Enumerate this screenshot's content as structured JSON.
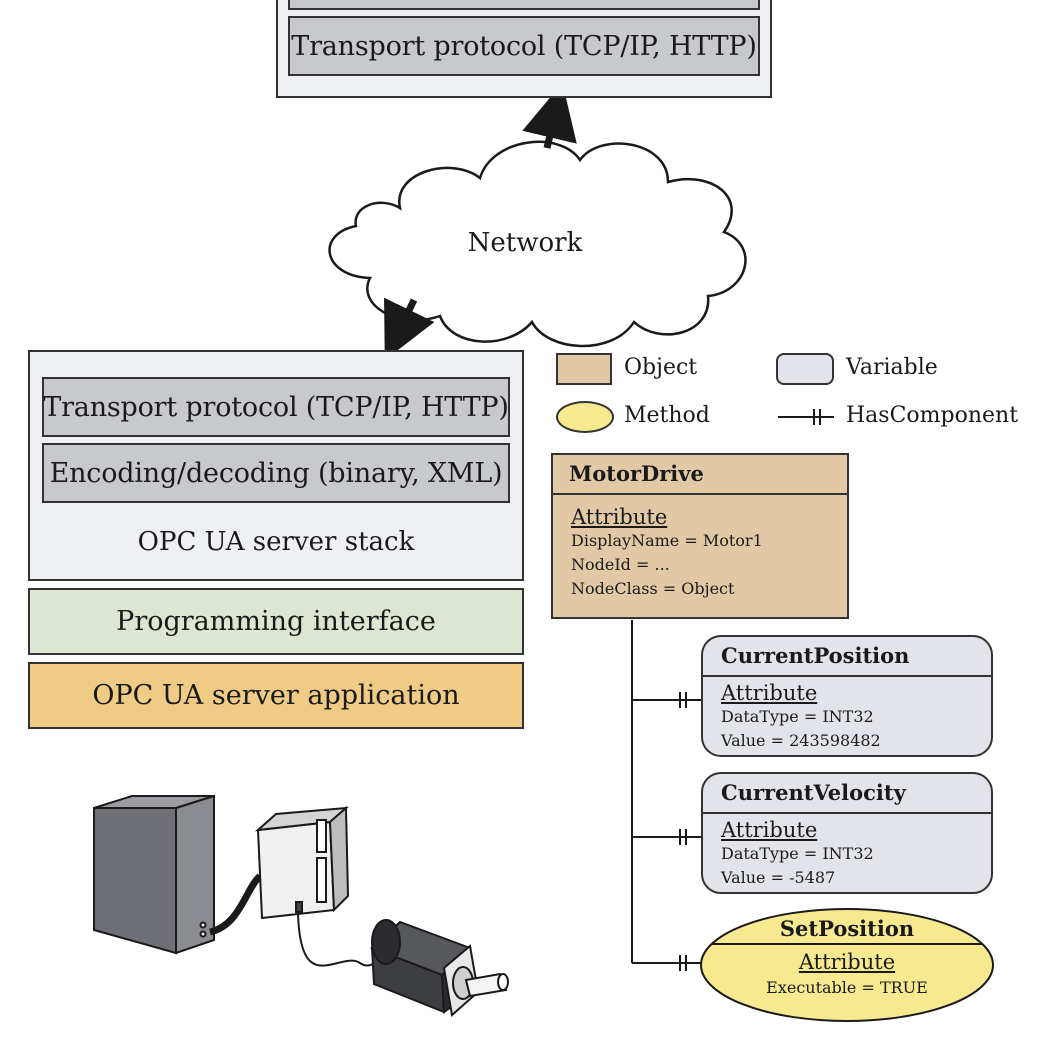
{
  "client": {
    "transport_label": "Transport protocol (TCP/IP, HTTP)"
  },
  "network": {
    "label": "Network"
  },
  "server": {
    "transport_label": "Transport protocol (TCP/IP, HTTP)",
    "encoding_label": "Encoding/decoding (binary, XML)",
    "stack_label": "OPC UA server stack",
    "programming_interface_label": "Programming interface",
    "application_label": "OPC UA server application"
  },
  "legend": {
    "object_label": "Object",
    "variable_label": "Variable",
    "method_label": "Method",
    "hascomponent_label": "HasComponent"
  },
  "motor_drive": {
    "title": "MotorDrive",
    "attribute_header": "Attribute",
    "attributes": [
      "DisplayName = Motor1",
      "NodeId = ...",
      "NodeClass = Object"
    ]
  },
  "current_position": {
    "title": "CurrentPosition",
    "attribute_header": "Attribute",
    "attributes": [
      "DataType = INT32",
      "Value = 243598482"
    ]
  },
  "current_velocity": {
    "title": "CurrentVelocity",
    "attribute_header": "Attribute",
    "attributes": [
      "DataType = INT32",
      "Value = -5487"
    ]
  },
  "set_position": {
    "title": "SetPosition",
    "attribute_header": "Attribute",
    "attributes": [
      "Executable = TRUE"
    ]
  },
  "colors": {
    "stack_bg": "#eef0f3",
    "layer_bg": "#c7c9cc",
    "programming_interface_bg": "#dde6d2",
    "application_bg": "#efcb85",
    "object_bg": "#e2c9a5",
    "variable_bg": "#e2e4ea",
    "method_bg": "#f7e98f"
  }
}
